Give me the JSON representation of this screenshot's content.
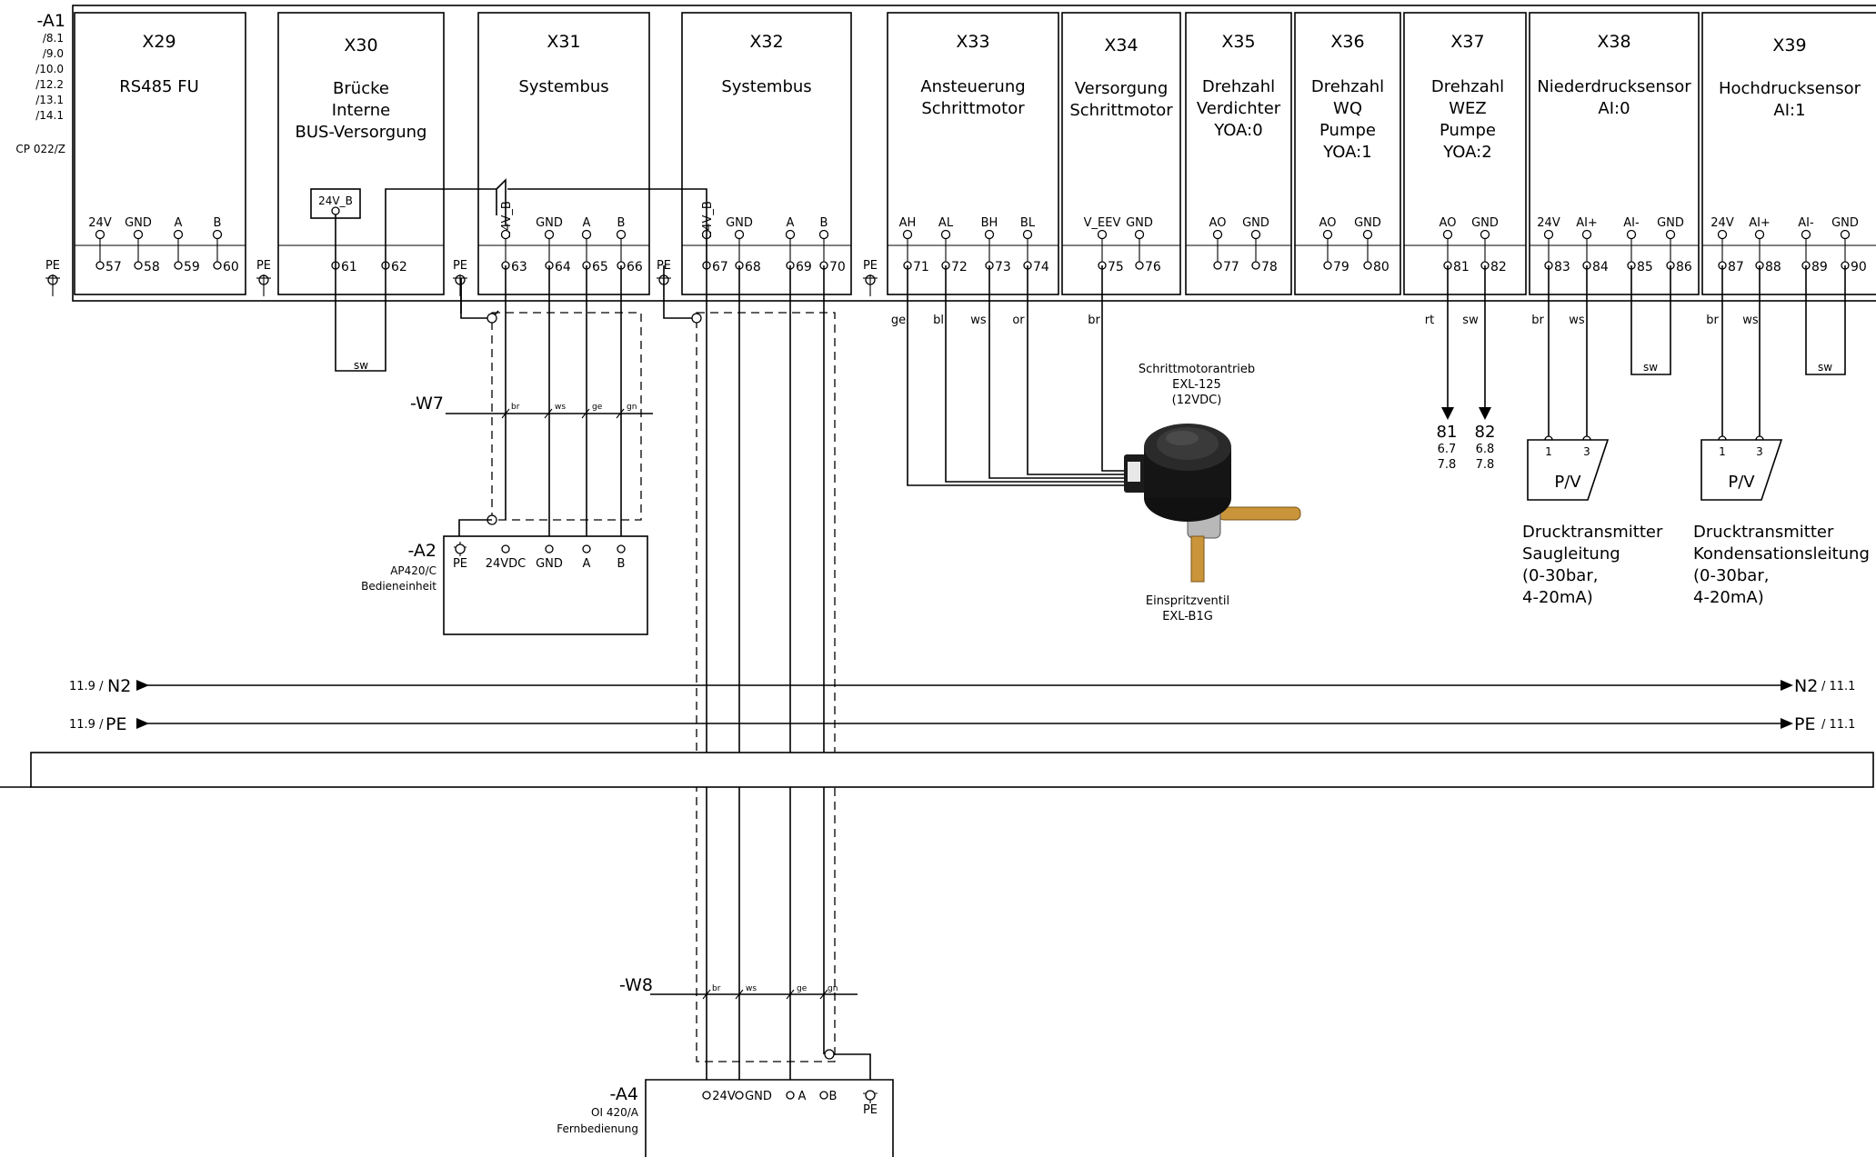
{
  "device": {
    "tag": "-A1",
    "refs": [
      "/8.1",
      "/9.0",
      "/10.0",
      "/12.2",
      "/13.1",
      "/14.1"
    ],
    "model": "CP 022/Z"
  },
  "pe_label": "PE",
  "modules": [
    {
      "id": "X29",
      "title": [
        "RS485 FU"
      ],
      "pins": [
        "24V",
        "GND",
        "A",
        "B"
      ],
      "terms": [
        "57",
        "58",
        "59",
        "60"
      ]
    },
    {
      "id": "X30",
      "title": [
        "Brücke",
        "Interne",
        "BUS-Versorgung"
      ],
      "bridge_label": "24V_B",
      "terms": [
        "61",
        "62"
      ]
    },
    {
      "id": "X31",
      "title": [
        "Systembus"
      ],
      "pins": [
        "24V_B",
        "GND",
        "A",
        "B"
      ],
      "terms": [
        "63",
        "64",
        "65",
        "66"
      ]
    },
    {
      "id": "X32",
      "title": [
        "Systembus"
      ],
      "pins": [
        "24V_B",
        "GND",
        "A",
        "B"
      ],
      "terms": [
        "67",
        "68",
        "69",
        "70"
      ]
    },
    {
      "id": "X33",
      "title": [
        "Ansteuerung",
        "Schrittmotor"
      ],
      "pins": [
        "AH",
        "AL",
        "BH",
        "BL"
      ],
      "terms": [
        "71",
        "72",
        "73",
        "74"
      ]
    },
    {
      "id": "X34",
      "title": [
        "Versorgung",
        "Schrittmotor"
      ],
      "pins": [
        "V_EEV",
        "GND"
      ],
      "terms": [
        "75",
        "76"
      ]
    },
    {
      "id": "X35",
      "title": [
        "Drehzahl",
        "Verdichter",
        "YOA:0"
      ],
      "pins": [
        "AO",
        "GND"
      ],
      "terms": [
        "77",
        "78"
      ]
    },
    {
      "id": "X36",
      "title": [
        "Drehzahl",
        "WQ",
        "Pumpe",
        "YOA:1"
      ],
      "pins": [
        "AO",
        "GND"
      ],
      "terms": [
        "79",
        "80"
      ]
    },
    {
      "id": "X37",
      "title": [
        "Drehzahl",
        "WEZ",
        "Pumpe",
        "YOA:2"
      ],
      "pins": [
        "AO",
        "GND"
      ],
      "terms": [
        "81",
        "82"
      ]
    },
    {
      "id": "X38",
      "title": [
        "Niederdrucksensor",
        "AI:0"
      ],
      "pins": [
        "24V",
        "AI+",
        "AI-",
        "GND"
      ],
      "terms": [
        "83",
        "84",
        "85",
        "86"
      ]
    },
    {
      "id": "X39",
      "title": [
        "Hochdrucksensor",
        "AI:1"
      ],
      "pins": [
        "24V",
        "AI+",
        "AI-",
        "GND"
      ],
      "terms": [
        "87",
        "88",
        "89",
        "90"
      ]
    }
  ],
  "wire_colors": {
    "x30_bridge": "sw",
    "x33": [
      "ge",
      "bl",
      "ws",
      "or"
    ],
    "x34": "br",
    "x37": [
      "rt",
      "sw"
    ],
    "x38": [
      "br",
      "ws",
      "sw"
    ],
    "x39": [
      "br",
      "ws",
      "sw"
    ]
  },
  "outputs": [
    {
      "num": "81",
      "refs": [
        "6.7",
        "7.8"
      ]
    },
    {
      "num": "82",
      "refs": [
        "6.8",
        "7.8"
      ]
    }
  ],
  "cable_w7": {
    "tag": "-W7",
    "cores": [
      "br",
      "ws",
      "ge",
      "gn"
    ]
  },
  "cable_w8": {
    "tag": "-W8",
    "cores": [
      "br",
      "ws",
      "ge",
      "gn"
    ]
  },
  "a2": {
    "tag": "-A2",
    "model": "AP420/C",
    "name": "Bedieneinheit",
    "pins": [
      "PE",
      "24VDC",
      "GND",
      "A",
      "B"
    ]
  },
  "a4": {
    "tag": "-A4",
    "model": "OI 420/A",
    "name": "Fernbedienung",
    "pins": [
      "24V",
      "GND",
      "A",
      "B"
    ],
    "pe": "PE"
  },
  "motor": {
    "caption": [
      "Schrittmotorantrieb",
      "EXL-125",
      "(12VDC)"
    ],
    "valve": [
      "Einspritzventil",
      "EXL-B1G"
    ]
  },
  "transmitters": [
    {
      "pins": [
        "1",
        "3"
      ],
      "symbol": "P/V",
      "desc": [
        "Drucktransmitter",
        "Saugleitung",
        "(0-30bar,",
        "4-20mA)"
      ]
    },
    {
      "pins": [
        "1",
        "3"
      ],
      "symbol": "P/V",
      "desc": [
        "Drucktransmitter",
        "Kondensationsleitung",
        "(0-30bar,",
        "4-20mA)"
      ]
    }
  ],
  "rails": [
    {
      "name": "N2",
      "left_ref": "11.9 /",
      "right_ref": "/ 11.1"
    },
    {
      "name": "PE",
      "left_ref": "11.9 /",
      "right_ref": "/ 11.1"
    }
  ],
  "colors": {
    "line": "#000000",
    "background": "#ffffff"
  }
}
